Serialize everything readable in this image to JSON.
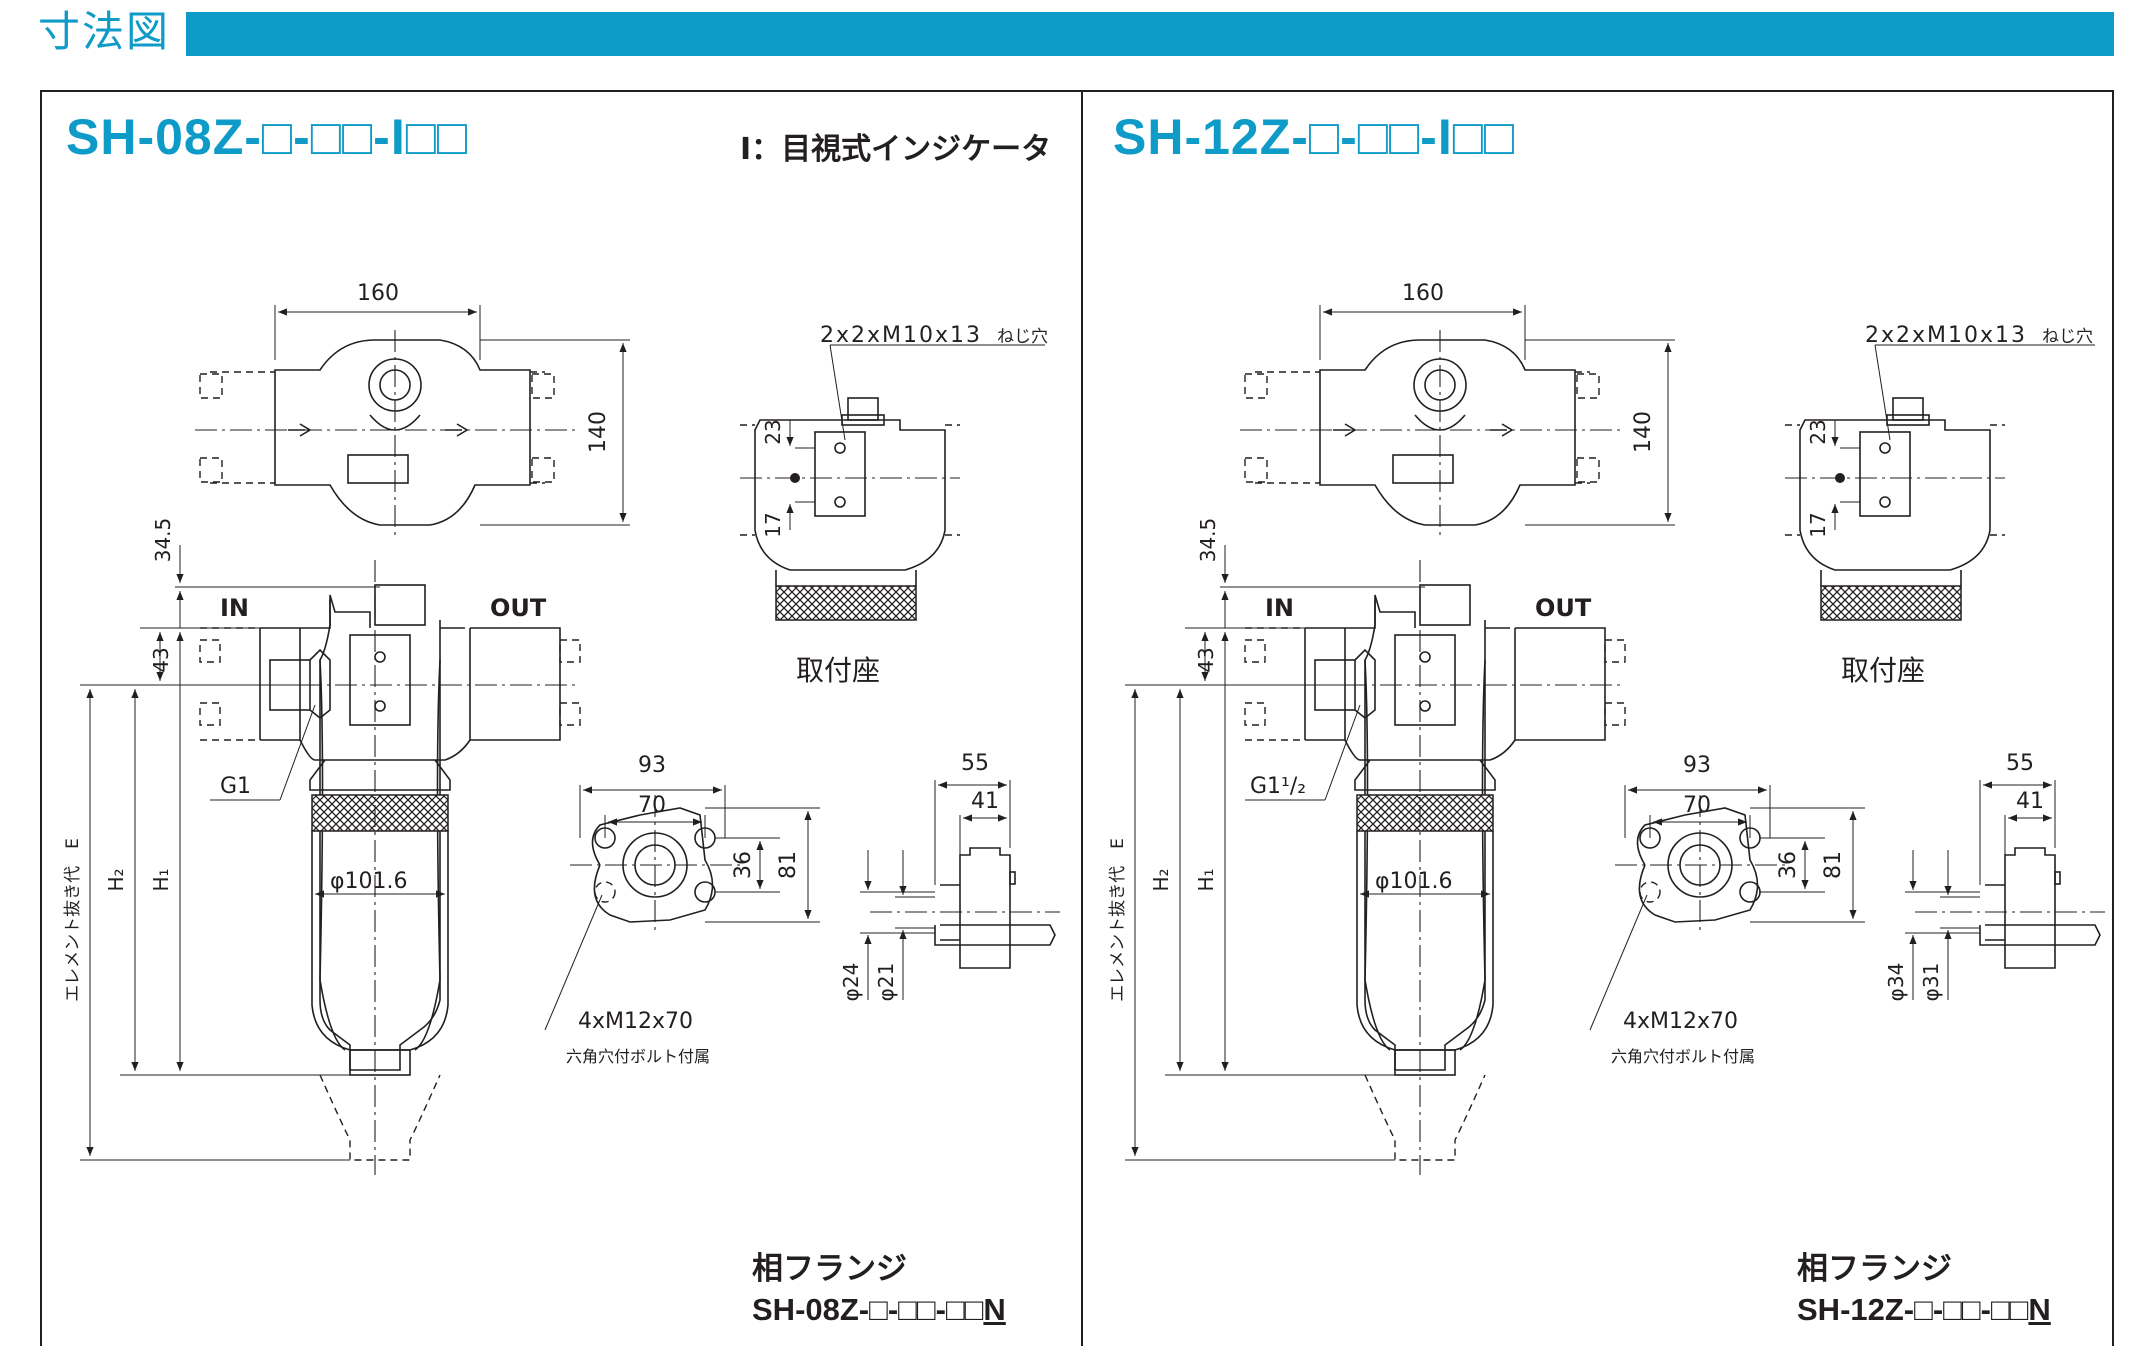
{
  "header": {
    "title": "寸法図",
    "accent": "#0f9bc8"
  },
  "legend": "I：目視式インジケータ",
  "panels": [
    {
      "model": "SH-08Z-□-□□-I□□",
      "top_view": {
        "width": "160",
        "height": "140"
      },
      "mount": {
        "bolt_spec": "2x2xM10x13",
        "thread_note": "ねじ穴",
        "dim_a": "23",
        "dim_b": "17",
        "caption": "取付座"
      },
      "body": {
        "dim_top": "34.5",
        "dim_43": "43",
        "in_label": "IN",
        "out_label": "OUT",
        "port": "G1",
        "diameter": "φ101.6",
        "h1": "H₁",
        "h2": "H₂",
        "element": "エレメント抜き代　E"
      },
      "flange_front": {
        "w1": "93",
        "w2": "70",
        "h1": "36",
        "h2": "81",
        "bolt": "4xM12x70",
        "bolt_note": "六角穴付ボルト付属"
      },
      "flange_side": {
        "w1": "55",
        "w2": "41",
        "d1": "φ24",
        "d2": "φ21"
      },
      "mating_flange": {
        "label": "相フランジ",
        "model": "SH-08Z-□-□□-□□",
        "suffix": "N"
      }
    },
    {
      "model": "SH-12Z-□-□□-I□□",
      "top_view": {
        "width": "160",
        "height": "140"
      },
      "mount": {
        "bolt_spec": "2x2xM10x13",
        "thread_note": "ねじ穴",
        "dim_a": "23",
        "dim_b": "17",
        "caption": "取付座"
      },
      "body": {
        "dim_top": "34.5",
        "dim_43": "43",
        "in_label": "IN",
        "out_label": "OUT",
        "port": "G1¹/₂",
        "diameter": "φ101.6",
        "h1": "H₁",
        "h2": "H₂",
        "element": "エレメント抜き代　E"
      },
      "flange_front": {
        "w1": "93",
        "w2": "70",
        "h1": "36",
        "h2": "81",
        "bolt": "4xM12x70",
        "bolt_note": "六角穴付ボルト付属"
      },
      "flange_side": {
        "w1": "55",
        "w2": "41",
        "d1": "φ34",
        "d2": "φ31"
      },
      "mating_flange": {
        "label": "相フランジ",
        "model": "SH-12Z-□-□□-□□",
        "suffix": "N"
      }
    }
  ]
}
